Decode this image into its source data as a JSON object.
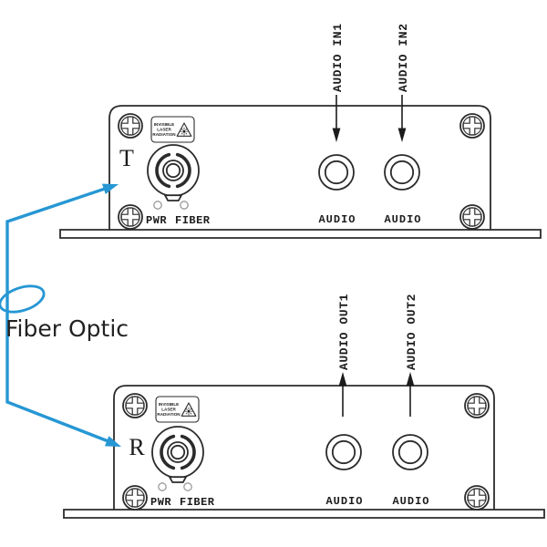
{
  "colors": {
    "line": "#2b2b2b",
    "cable_blue": "#2697d4",
    "background": "#ffffff"
  },
  "cable": {
    "label": "Fiber Optic"
  },
  "transmitter": {
    "role_label": "T",
    "warning_label": {
      "line1": "INVISIBLE",
      "line2": "LASER",
      "line3": "RADIATION"
    },
    "indicators": {
      "pwr": "PWR",
      "fiber": "FIBER"
    },
    "ports": {
      "port1": {
        "signal_label": "AUDIO IN1",
        "jack_label": "AUDIO"
      },
      "port2": {
        "signal_label": "AUDIO IN2",
        "jack_label": "AUDIO"
      }
    }
  },
  "receiver": {
    "role_label": "R",
    "warning_label": {
      "line1": "INVISIBLE",
      "line2": "LASER",
      "line3": "RADIATION"
    },
    "indicators": {
      "pwr": "PWR",
      "fiber": "FIBER"
    },
    "ports": {
      "port1": {
        "signal_label": "AUDIO OUT1",
        "jack_label": "AUDIO"
      },
      "port2": {
        "signal_label": "AUDIO OUT2",
        "jack_label": "AUDIO"
      }
    }
  }
}
